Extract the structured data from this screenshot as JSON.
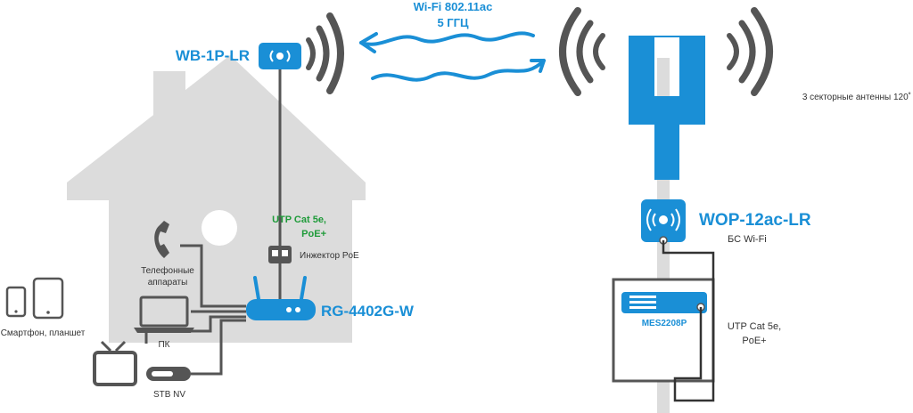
{
  "wireless_link": {
    "line1": "Wi-Fi 802.11ac",
    "line2": "5 ГГЦ"
  },
  "client_side": {
    "cpe_name": "WB-1P-LR",
    "cable_label_line1": "UTP Cat 5e,",
    "cable_label_line2": "PoE+",
    "injector_label": "Инжектор PoE",
    "router_name": "RG-4402G-W",
    "phone_label_line1": "Телефонные",
    "phone_label_line2": "аппараты",
    "pc_label": "ПК",
    "mobile_label": "Смартфон, планшет",
    "stb_label": "STB NV"
  },
  "base_station_side": {
    "antennas_label": "3 секторные антенны 120˚",
    "bs_name": "WOP-12ac-LR",
    "bs_caption": "БС Wi-Fi",
    "switch_name": "MES2208P",
    "cable_label_line1": "UTP Cat 5e,",
    "cable_label_line2": "PoE+"
  },
  "colors": {
    "brand_blue": "#1a8fd6",
    "label_blue": "#1a8fd6",
    "cable_green": "#1f9b3a",
    "house_gray": "#dcdcdc",
    "wave_gray": "#555555",
    "device_dark": "#555555"
  }
}
